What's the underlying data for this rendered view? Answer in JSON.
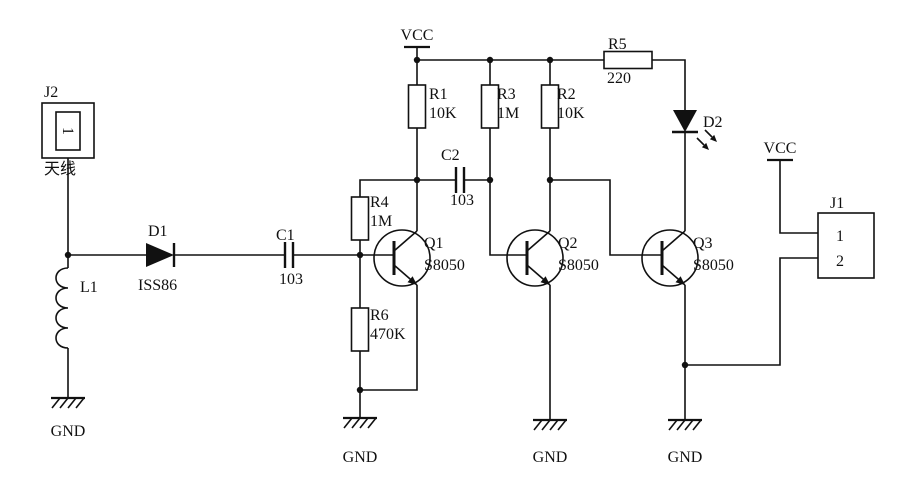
{
  "schematic": {
    "vcc": "VCC",
    "gnd": "GND",
    "connectors": {
      "j2": {
        "ref": "J2",
        "pin1": "1",
        "name": "天线"
      },
      "j1": {
        "ref": "J1",
        "pin1": "1",
        "pin2": "2"
      }
    },
    "resistors": {
      "r1": {
        "ref": "R1",
        "value": "10K"
      },
      "r2": {
        "ref": "R2",
        "value": "10K"
      },
      "r3": {
        "ref": "R3",
        "value": "1M"
      },
      "r4": {
        "ref": "R4",
        "value": "1M"
      },
      "r5": {
        "ref": "R5",
        "value": "220"
      },
      "r6": {
        "ref": "R6",
        "value": "470K"
      }
    },
    "capacitors": {
      "c1": {
        "ref": "C1",
        "value": "103"
      },
      "c2": {
        "ref": "C2",
        "value": "103"
      }
    },
    "diodes": {
      "d1": {
        "ref": "D1",
        "value": "ISS86"
      },
      "d2": {
        "ref": "D2"
      }
    },
    "inductors": {
      "l1": {
        "ref": "L1"
      }
    },
    "transistors": {
      "q1": {
        "ref": "Q1",
        "value": "S8050"
      },
      "q2": {
        "ref": "Q2",
        "value": "S8050"
      },
      "q3": {
        "ref": "Q3",
        "value": "S8050"
      }
    }
  }
}
